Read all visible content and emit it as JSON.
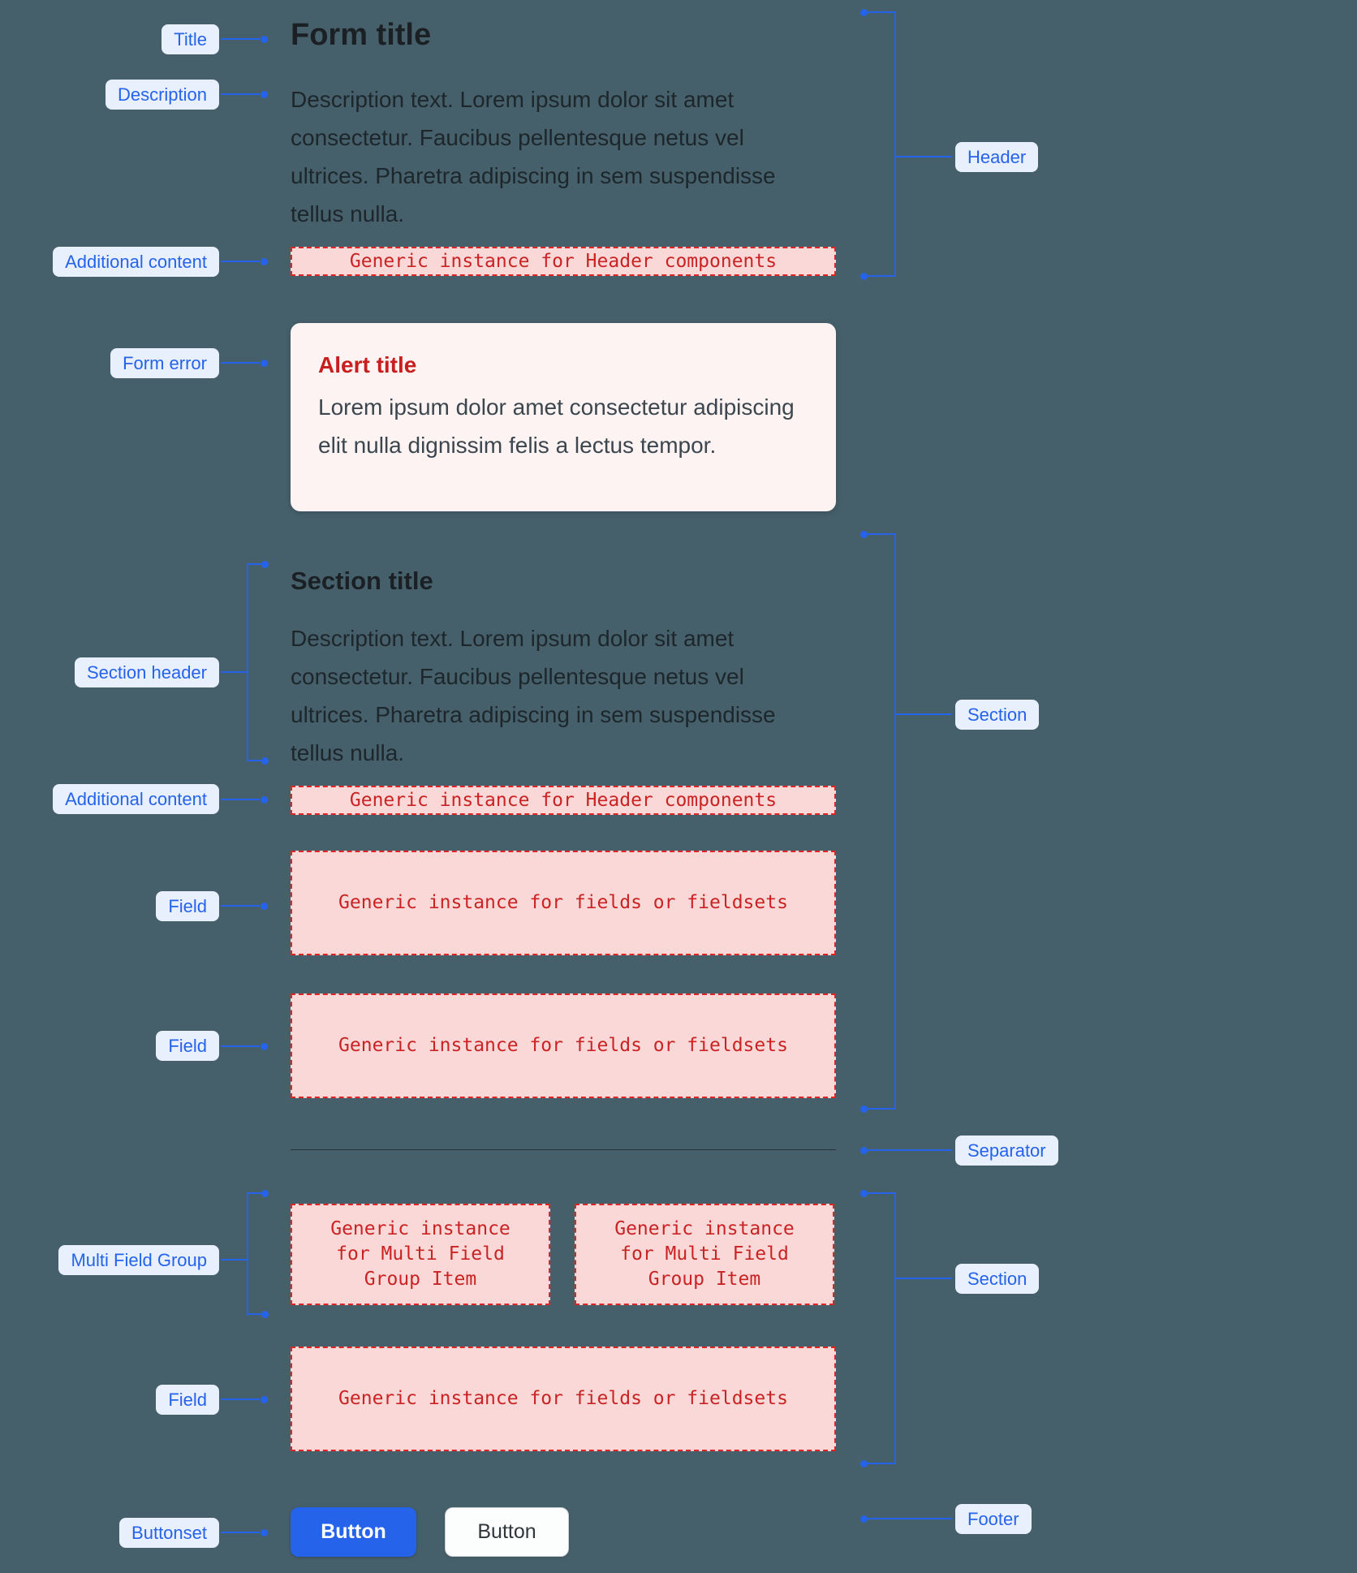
{
  "palette": {
    "background": "#46606b",
    "accent_blue": "#2563eb",
    "annotation_bg": "#e8effd",
    "placeholder_text_red": "#c92323",
    "placeholder_bg": "#fbd8d8",
    "placeholder_border": "#e02424",
    "alert_bg": "#fdf3f2",
    "alert_title_red": "#c81e1e",
    "primary_button_bg": "#2563eb"
  },
  "annotations": {
    "left": [
      {
        "label": "Title"
      },
      {
        "label": "Description"
      },
      {
        "label": "Additional content"
      },
      {
        "label": "Form error"
      },
      {
        "label": "Section header"
      },
      {
        "label": "Additional content"
      },
      {
        "label": "Field"
      },
      {
        "label": "Field"
      },
      {
        "label": "Multi Field Group"
      },
      {
        "label": "Field"
      },
      {
        "label": "Buttonset"
      }
    ],
    "right": [
      {
        "label": "Header"
      },
      {
        "label": "Section"
      },
      {
        "label": "Separator"
      },
      {
        "label": "Section"
      },
      {
        "label": "Footer"
      }
    ]
  },
  "form": {
    "title": "Form title",
    "description": "Description text. Lorem ipsum dolor sit amet consectetur. Faucibus pellentesque netus vel ultrices. Pharetra adipiscing in sem suspendisse tellus nulla.",
    "header_placeholder": "Generic instance for Header components",
    "alert": {
      "title": "Alert title",
      "body": "Lorem ipsum dolor amet consectetur adipiscing elit nulla dignissim felis a lectus tempor."
    },
    "section": {
      "title": "Section title",
      "description": "Description text. Lorem ipsum dolor sit amet consectetur. Faucibus pellentesque netus vel ultrices. Pharetra adipiscing in sem suspendisse tellus nulla.",
      "header_placeholder": "Generic instance for Header components"
    },
    "field_placeholder": "Generic instance for fields or fieldsets",
    "multi_field_placeholder": "Generic instance for Multi Field Group Item",
    "footer": {
      "primary_button": "Button",
      "secondary_button": "Button"
    }
  }
}
